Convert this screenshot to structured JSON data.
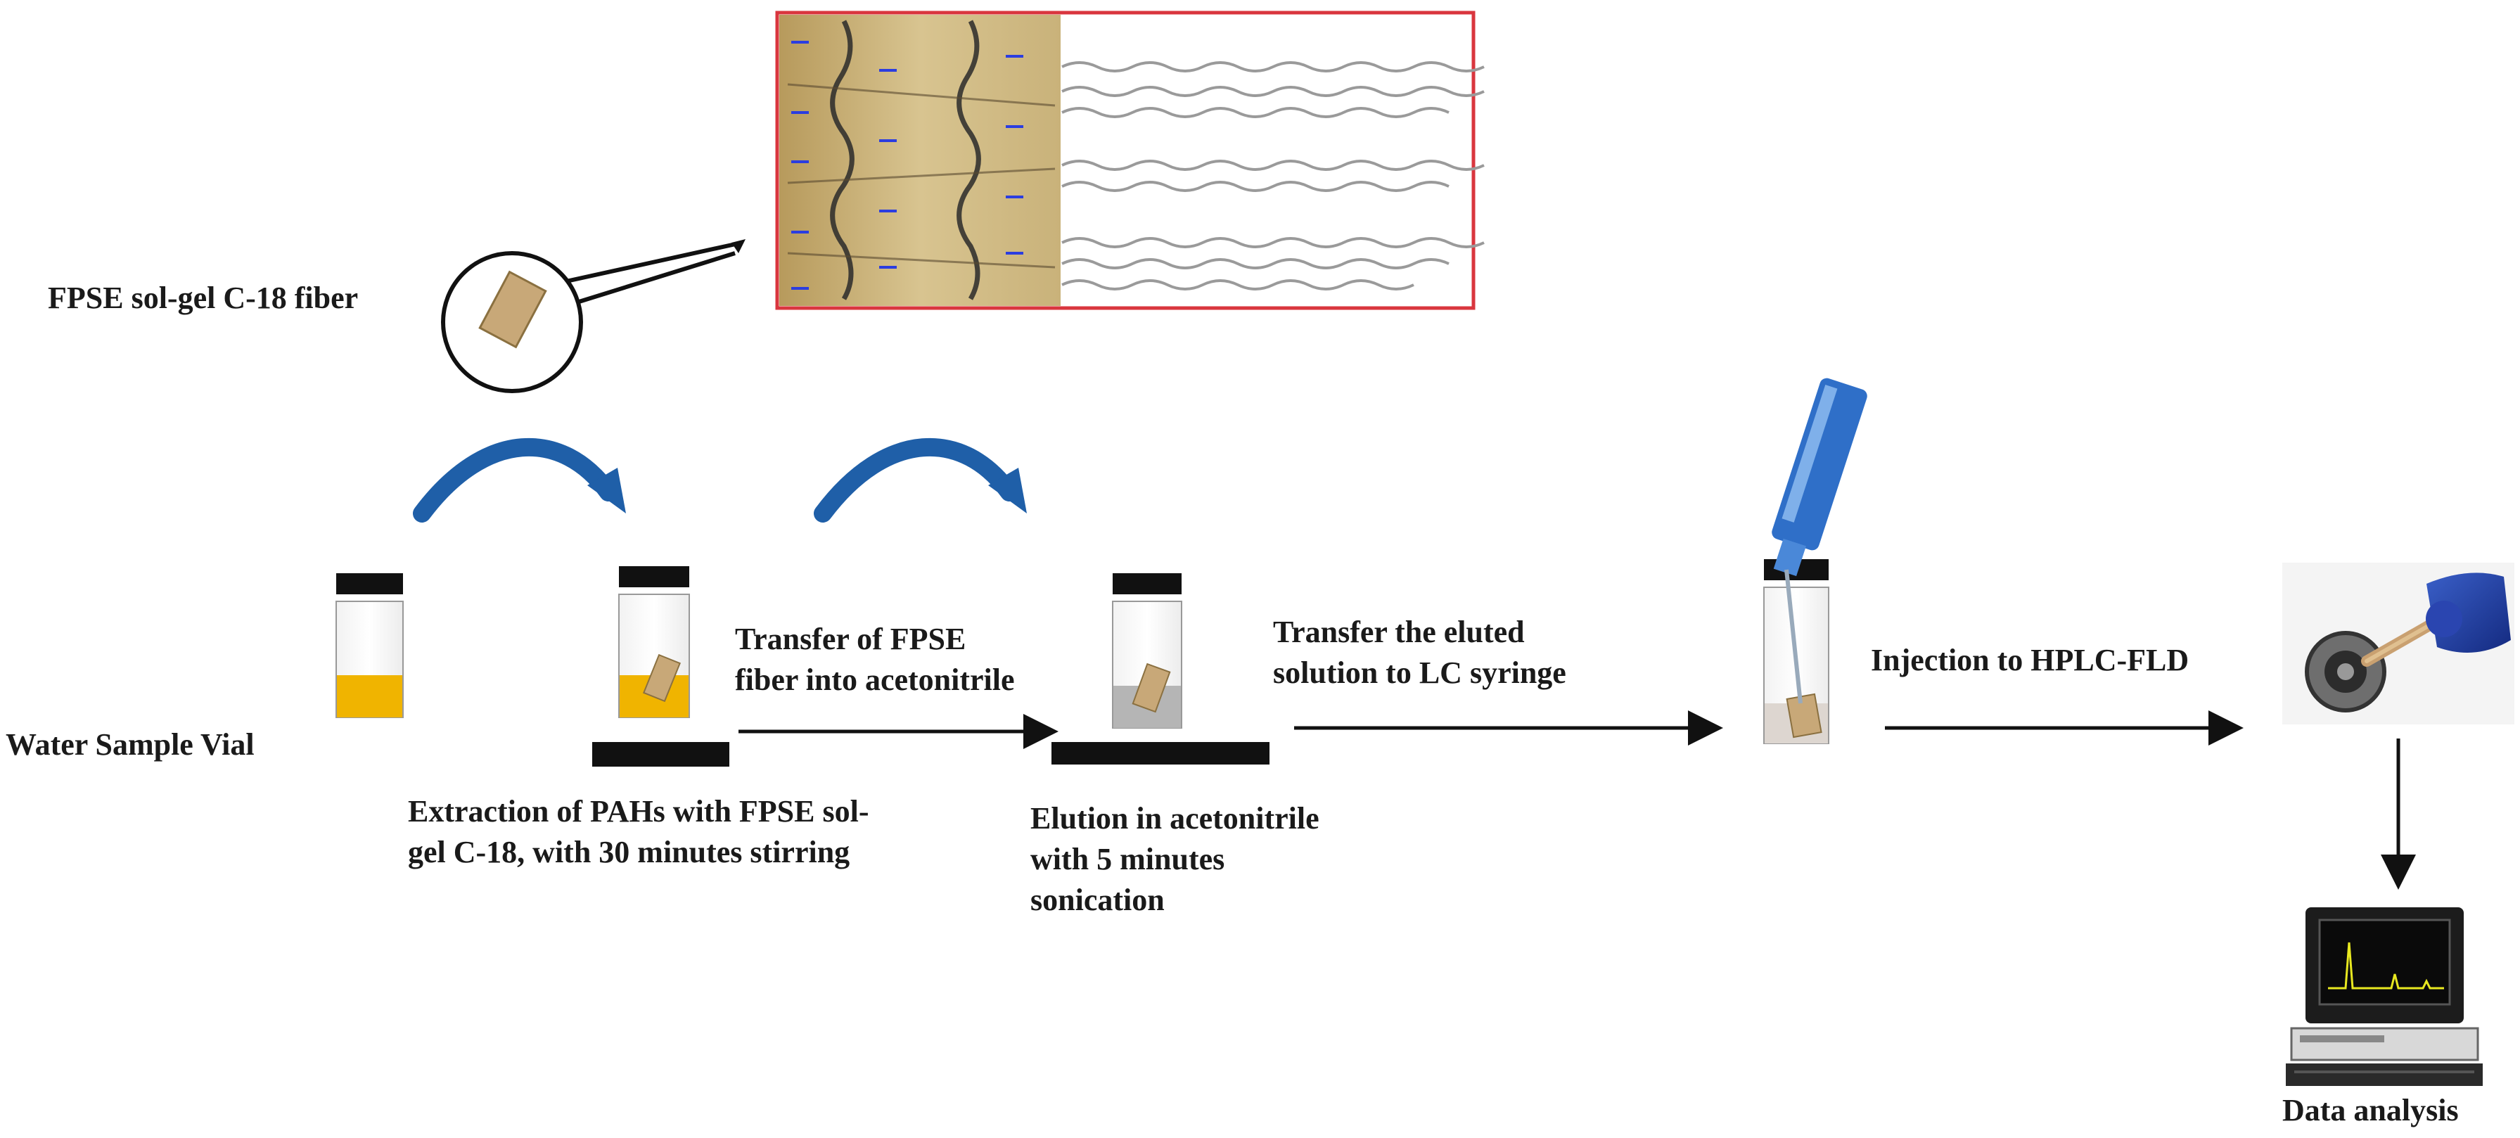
{
  "labels": {
    "fiber": "FPSE sol-gel C-18 fiber",
    "water_vial": "Water Sample Vial",
    "extraction": "Extraction of PAHs with FPSE sol-\ngel C-18, with 30 minutes stirring",
    "transfer_fiber": "Transfer of FPSE\nfiber into acetonitrile",
    "elution": "Elution in acetonitrile\nwith 5 minutes\nsonication",
    "transfer_eluted": "Transfer the eluted\nsolution to LC syringe",
    "injection": "Injection to HPLC-FLD",
    "data_analysis": "Data analysis"
  },
  "colors": {
    "sample_liquid": "#f0b400",
    "elution_liquid": "#b5b5b5",
    "curved_arrow": "#1f5fa8",
    "zoom_border": "#d9363e",
    "fiber_patch": "#c8a878",
    "syringe_blue": "#2f6fc8"
  },
  "icons": {
    "zoom_inset": "fiber-micrograph",
    "vial": "vial-icon",
    "stir_plate": "stir-plate-icon",
    "syringe": "syringe-icon",
    "hplc_port": "hplc-injection-photo",
    "computer": "computer-icon"
  }
}
